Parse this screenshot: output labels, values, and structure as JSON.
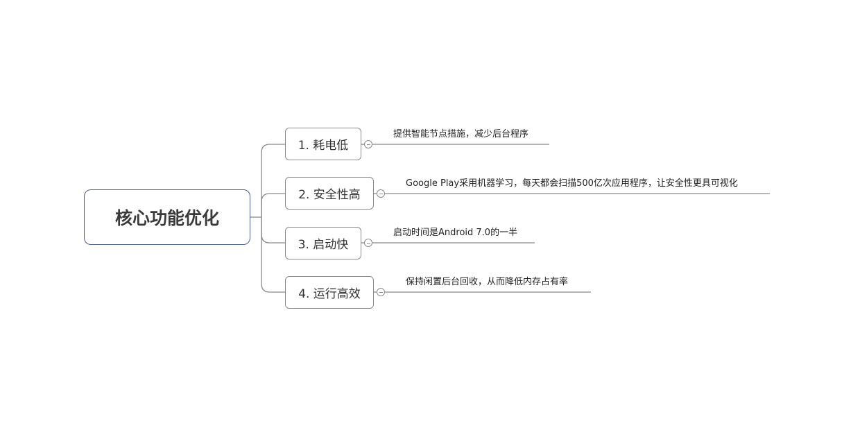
{
  "diagram": {
    "root": {
      "label": "核心功能优化"
    },
    "branches": [
      {
        "label": "1. 耗电低",
        "detail": "提供智能节点措施，减少后台程序"
      },
      {
        "label": "2. 安全性高",
        "detail": "Google Play采用机器学习，每天都会扫描500亿次应用程序，让安全性更具可视化"
      },
      {
        "label": "3. 启动快",
        "detail": "启动时间是Android 7.0的一半"
      },
      {
        "label": "4. 运行高效",
        "detail": "保持闲置后台回收，从而降低内存占有率"
      }
    ]
  }
}
